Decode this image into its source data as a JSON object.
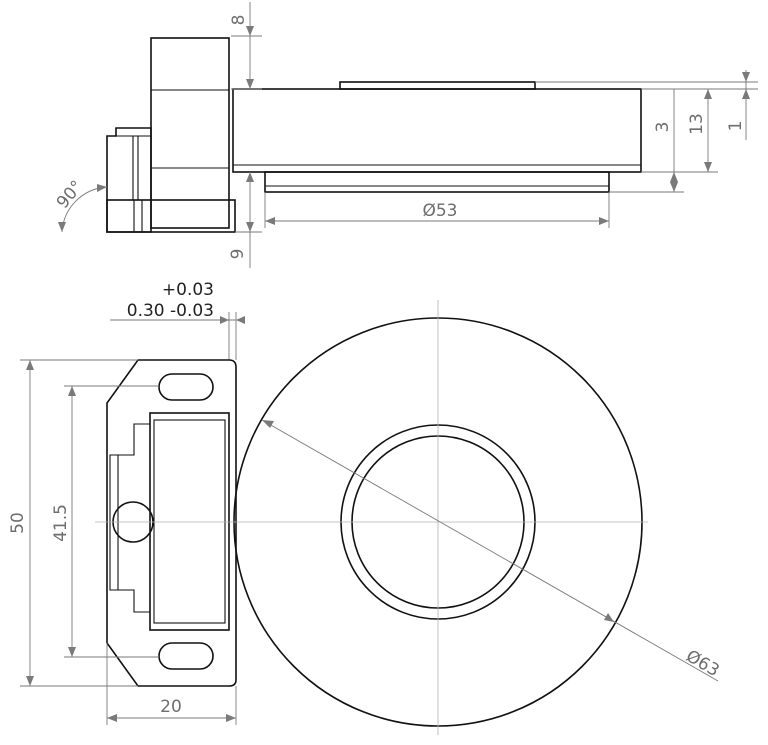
{
  "dimensions": {
    "top_height": "8",
    "right_small": "1",
    "right_height": "13",
    "right_step": "3",
    "bottom_left": "9",
    "diameter_inner": "Ø53",
    "angle": "90°",
    "tol_upper": "+0.03",
    "tol_main": "0.30 -0.03",
    "height_50": "50",
    "height_41_5": "41.5",
    "width_20": "20",
    "diameter_outer": "Ø63"
  },
  "colors": {
    "outline": "#111111",
    "dimension": "#7a7a7a",
    "centerline": "#b0b0b0"
  }
}
